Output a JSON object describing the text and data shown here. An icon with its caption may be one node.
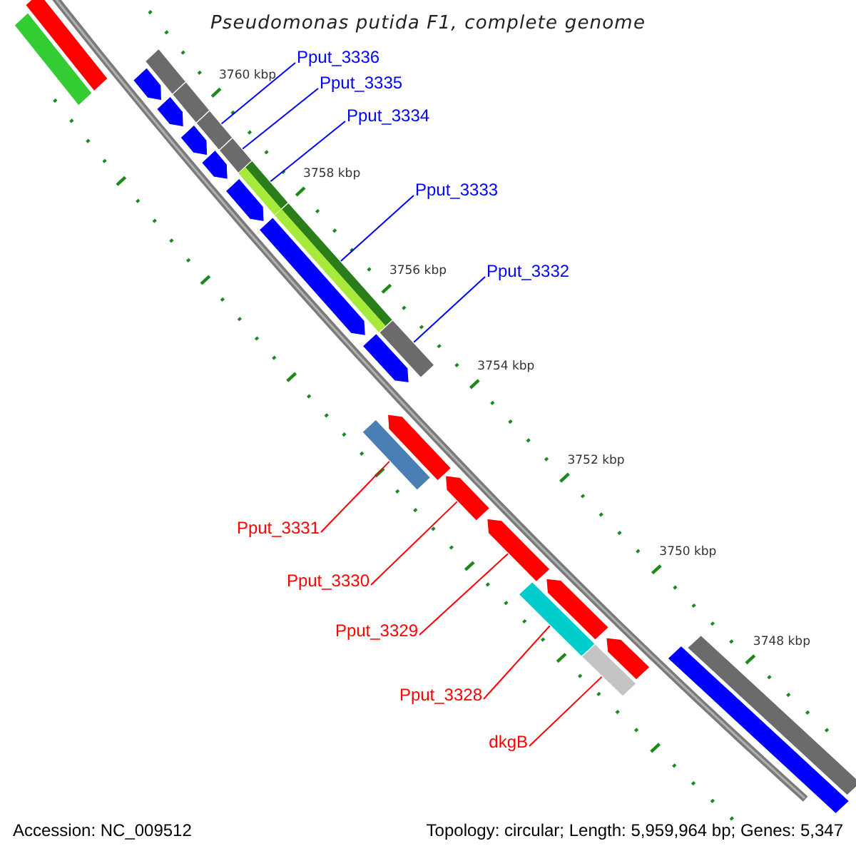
{
  "diagram": {
    "title": "Pseudomonas putida F1, complete genome",
    "nodes": [
      {
        "text": [
          "Pput_3336"
        ]
      },
      {
        "text": [
          "Pput_3335"
        ]
      },
      {
        "text": [
          "Pput_3334"
        ]
      },
      {
        "text": [
          "Pput_3333"
        ]
      },
      {
        "text": [
          "Pput_3332"
        ]
      },
      {
        "text": [
          "Pput_3331"
        ]
      },
      {
        "text": [
          "Pput_3330"
        ]
      },
      {
        "text": [
          "Pput_3329"
        ]
      },
      {
        "text": [
          "Pput_3328"
        ]
      },
      {
        "text": [
          "dkgB"
        ]
      },
      {
        "text": [],
        "shape": "box"
      },
      {
        "text": [],
        "shape": "box"
      },
      {
        "text": [],
        "shape": "box"
      },
      {
        "text": [],
        "shape": "box"
      },
      {
        "text": [],
        "shape": "box"
      },
      {
        "text": [],
        "shape": "box"
      },
      {
        "text": [],
        "shape": "arrow"
      },
      {
        "text": [],
        "shape": "arrow"
      },
      {
        "text": [],
        "shape": "box"
      },
      {
        "text": [],
        "shape": "box"
      },
      {
        "text": [],
        "shape": "box"
      },
      {
        "text": [],
        "shape": "box"
      },
      {
        "text": [],
        "shape": "box"
      },
      {
        "text": [],
        "shape": "box"
      },
      {
        "text": [],
        "shape": "arrow"
      },
      {
        "text": [],
        "shape": "arrow"
      },
      {
        "text": [],
        "shape": "arrow"
      },
      {
        "text": [],
        "shape": "arrow"
      },
      {
        "text": [],
        "shape": "arrow"
      },
      {
        "text": [],
        "shape": "arrow"
      },
      {
        "text": [],
        "shape": "arrow"
      },
      {
        "text": [],
        "shape": "arrow"
      },
      {
        "text": [],
        "shape": "arrow"
      },
      {
        "text": [],
        "shape": "arrow"
      },
      {
        "text": [],
        "shape": "box"
      },
      {
        "text": [],
        "shape": "box"
      }
    ],
    "edges": [
      {
        "from": 0,
        "to": 10,
        "arrow": "none",
        "color": "#0000ff"
      },
      {
        "from": 1,
        "to": 11,
        "arrow": "none",
        "color": "#0000ff"
      },
      {
        "from": 2,
        "to": 12,
        "arrow": "none",
        "color": "#0000ff"
      },
      {
        "from": 3,
        "to": 13,
        "arrow": "none",
        "color": "#0000ff"
      },
      {
        "from": 4,
        "to": 14,
        "arrow": "none",
        "color": "#0000ff"
      },
      {
        "from": 5,
        "to": 15,
        "arrow": "none",
        "color": "#ff0000"
      },
      {
        "from": 6,
        "to": 16,
        "arrow": "none",
        "color": "#ff0000"
      },
      {
        "from": 7,
        "to": 17,
        "arrow": "none",
        "color": "#ff0000"
      },
      {
        "from": 8,
        "to": 18,
        "arrow": "none",
        "color": "#ff0000"
      },
      {
        "from": 9,
        "to": 19,
        "arrow": "none",
        "color": "#ff0000"
      }
    ],
    "labels": [
      "3760 kbp",
      "3758 kbp",
      "3756 kbp",
      "3754 kbp",
      "3752 kbp",
      "3750 kbp",
      "3748 kbp",
      "Accession: NC_009512",
      "Topology: circular; Length: 5,959,964 bp; Genes: 5,347"
    ]
  }
}
